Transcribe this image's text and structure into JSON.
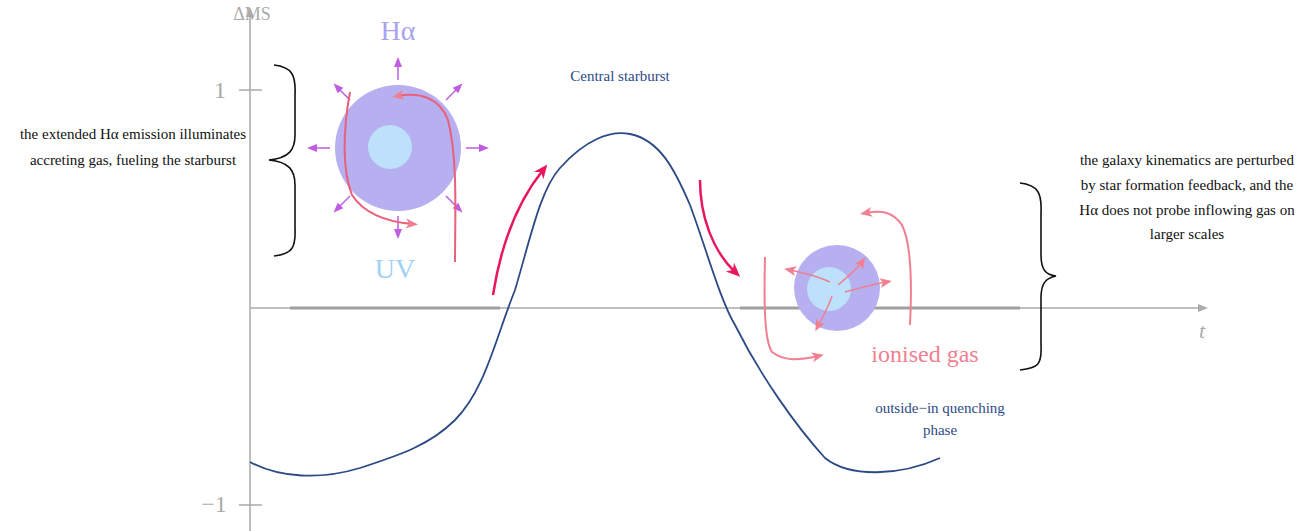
{
  "diagram": {
    "labels": [
      "ΔMS",
      "1",
      "−1",
      "t",
      "Hα",
      "UV",
      "the extended Hα emission illuminates accreting gas, fueling the starburst",
      "Central starburst",
      "the galaxy kinematics are perturbed by star formation feedback, and the Hα does not probe inflowing gas on larger scales",
      "ionised gas",
      "outside−in quenching phase"
    ]
  }
}
